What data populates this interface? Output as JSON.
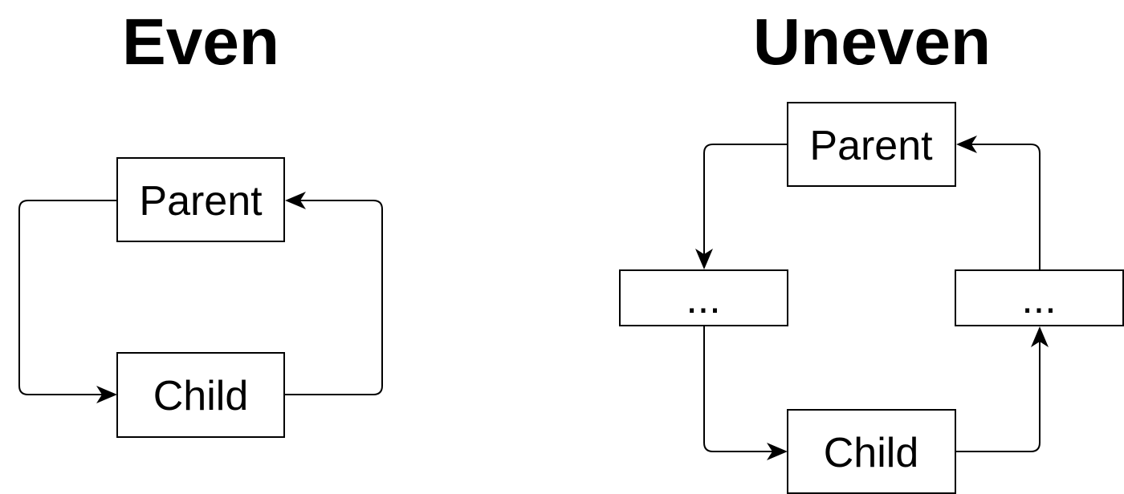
{
  "titles": {
    "even": "Even",
    "uneven": "Uneven"
  },
  "even": {
    "parent_label": "Parent",
    "child_label": "Child"
  },
  "uneven": {
    "parent_label": "Parent",
    "left_ellipsis_label": "...",
    "right_ellipsis_label": "...",
    "child_label": "Child"
  },
  "colors": {
    "stroke": "#000000",
    "background": "#ffffff"
  }
}
